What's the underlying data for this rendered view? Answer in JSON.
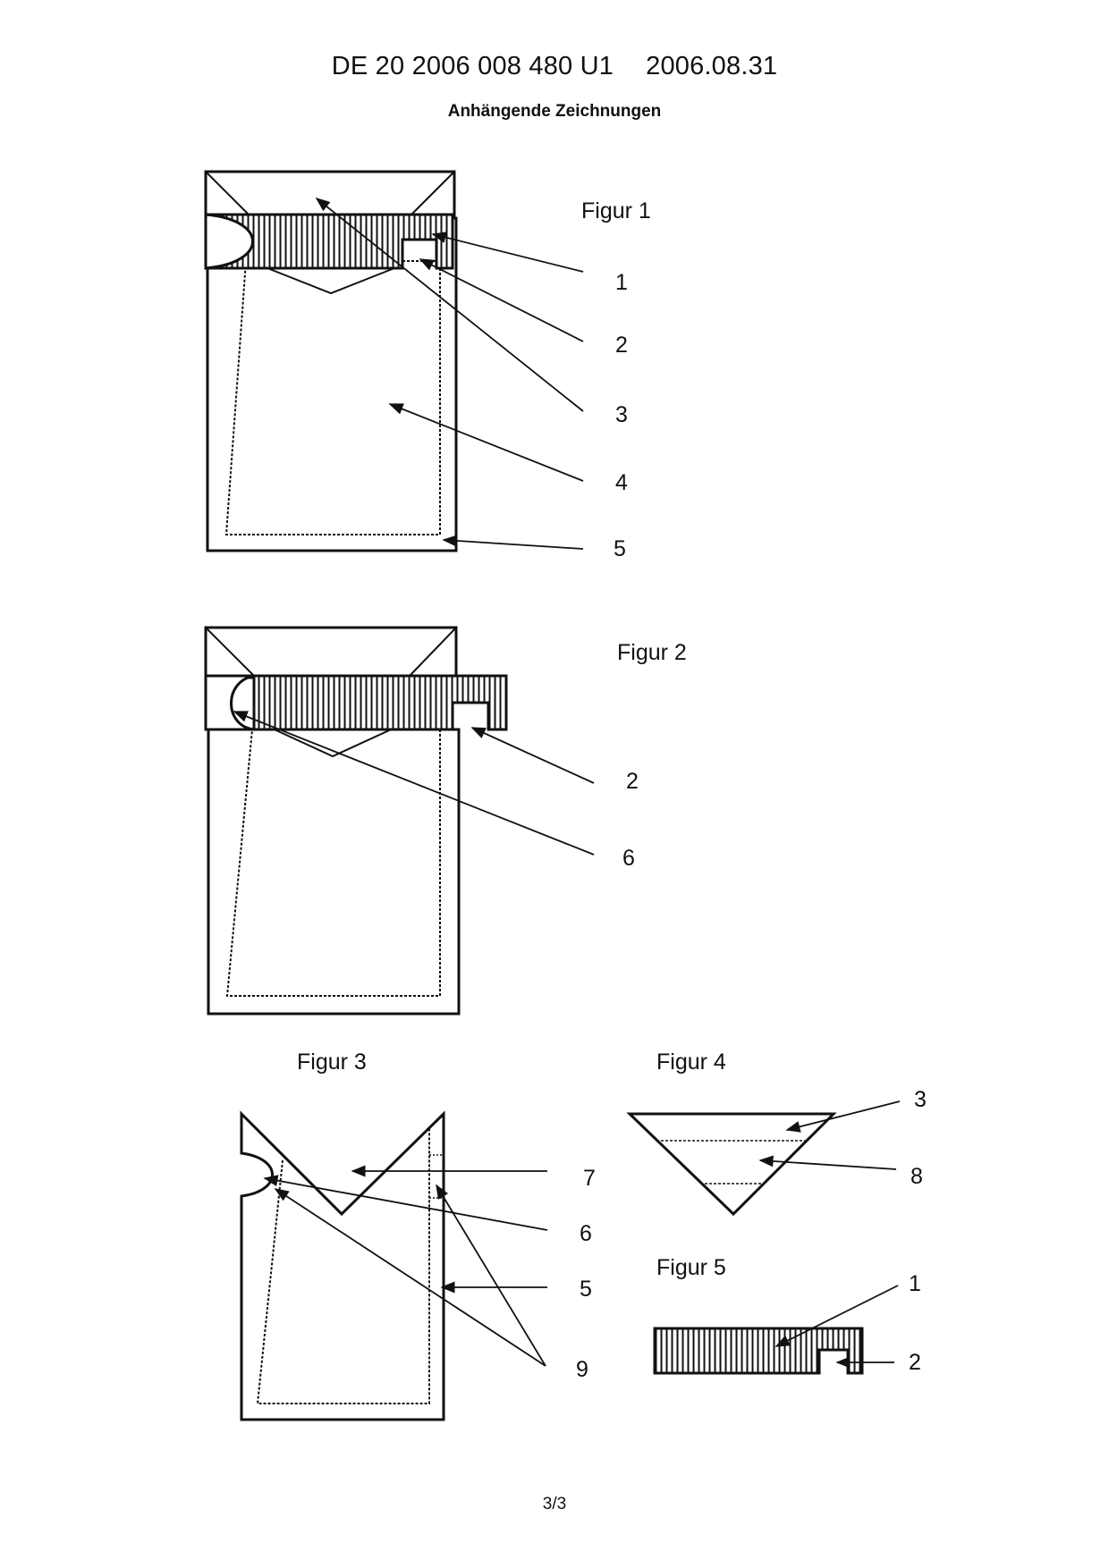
{
  "header": {
    "doc_number": "DE 20 2006 008 480 U1",
    "date": "2006.08.31"
  },
  "subtitle": "Anhängende Zeichnungen",
  "page_number": "3/3",
  "figures": {
    "fig1": {
      "title": "Figur 1",
      "refs": [
        "1",
        "2",
        "3",
        "4",
        "5"
      ]
    },
    "fig2": {
      "title": "Figur 2",
      "refs": [
        "2",
        "6"
      ]
    },
    "fig3": {
      "title": "Figur 3",
      "refs": [
        "7",
        "6",
        "5",
        "9"
      ]
    },
    "fig4": {
      "title": "Figur 4",
      "refs": [
        "3",
        "8"
      ]
    },
    "fig5": {
      "title": "Figur 5",
      "refs": [
        "1",
        "2"
      ]
    }
  }
}
